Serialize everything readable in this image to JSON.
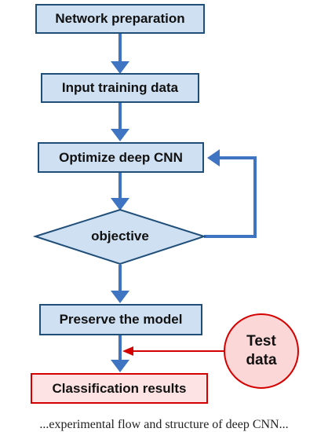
{
  "nodes": {
    "network_preparation": "Network preparation",
    "input_training_data": "Input training data",
    "optimize_deep_cnn": "Optimize deep CNN",
    "objective": "objective",
    "preserve_model": "Preserve the model",
    "test_data_line1": "Test",
    "test_data_line2": "data",
    "classification_results": "Classification results"
  },
  "caption": "...experimental flow and structure of deep CNN...",
  "colors": {
    "box_fill": "#cfe0f2",
    "box_border": "#1f4e79",
    "flow_arrow": "#3f74c2",
    "test_arrow": "#d40000",
    "result_border": "#d40000",
    "test_fill": "#fbd7d7"
  }
}
